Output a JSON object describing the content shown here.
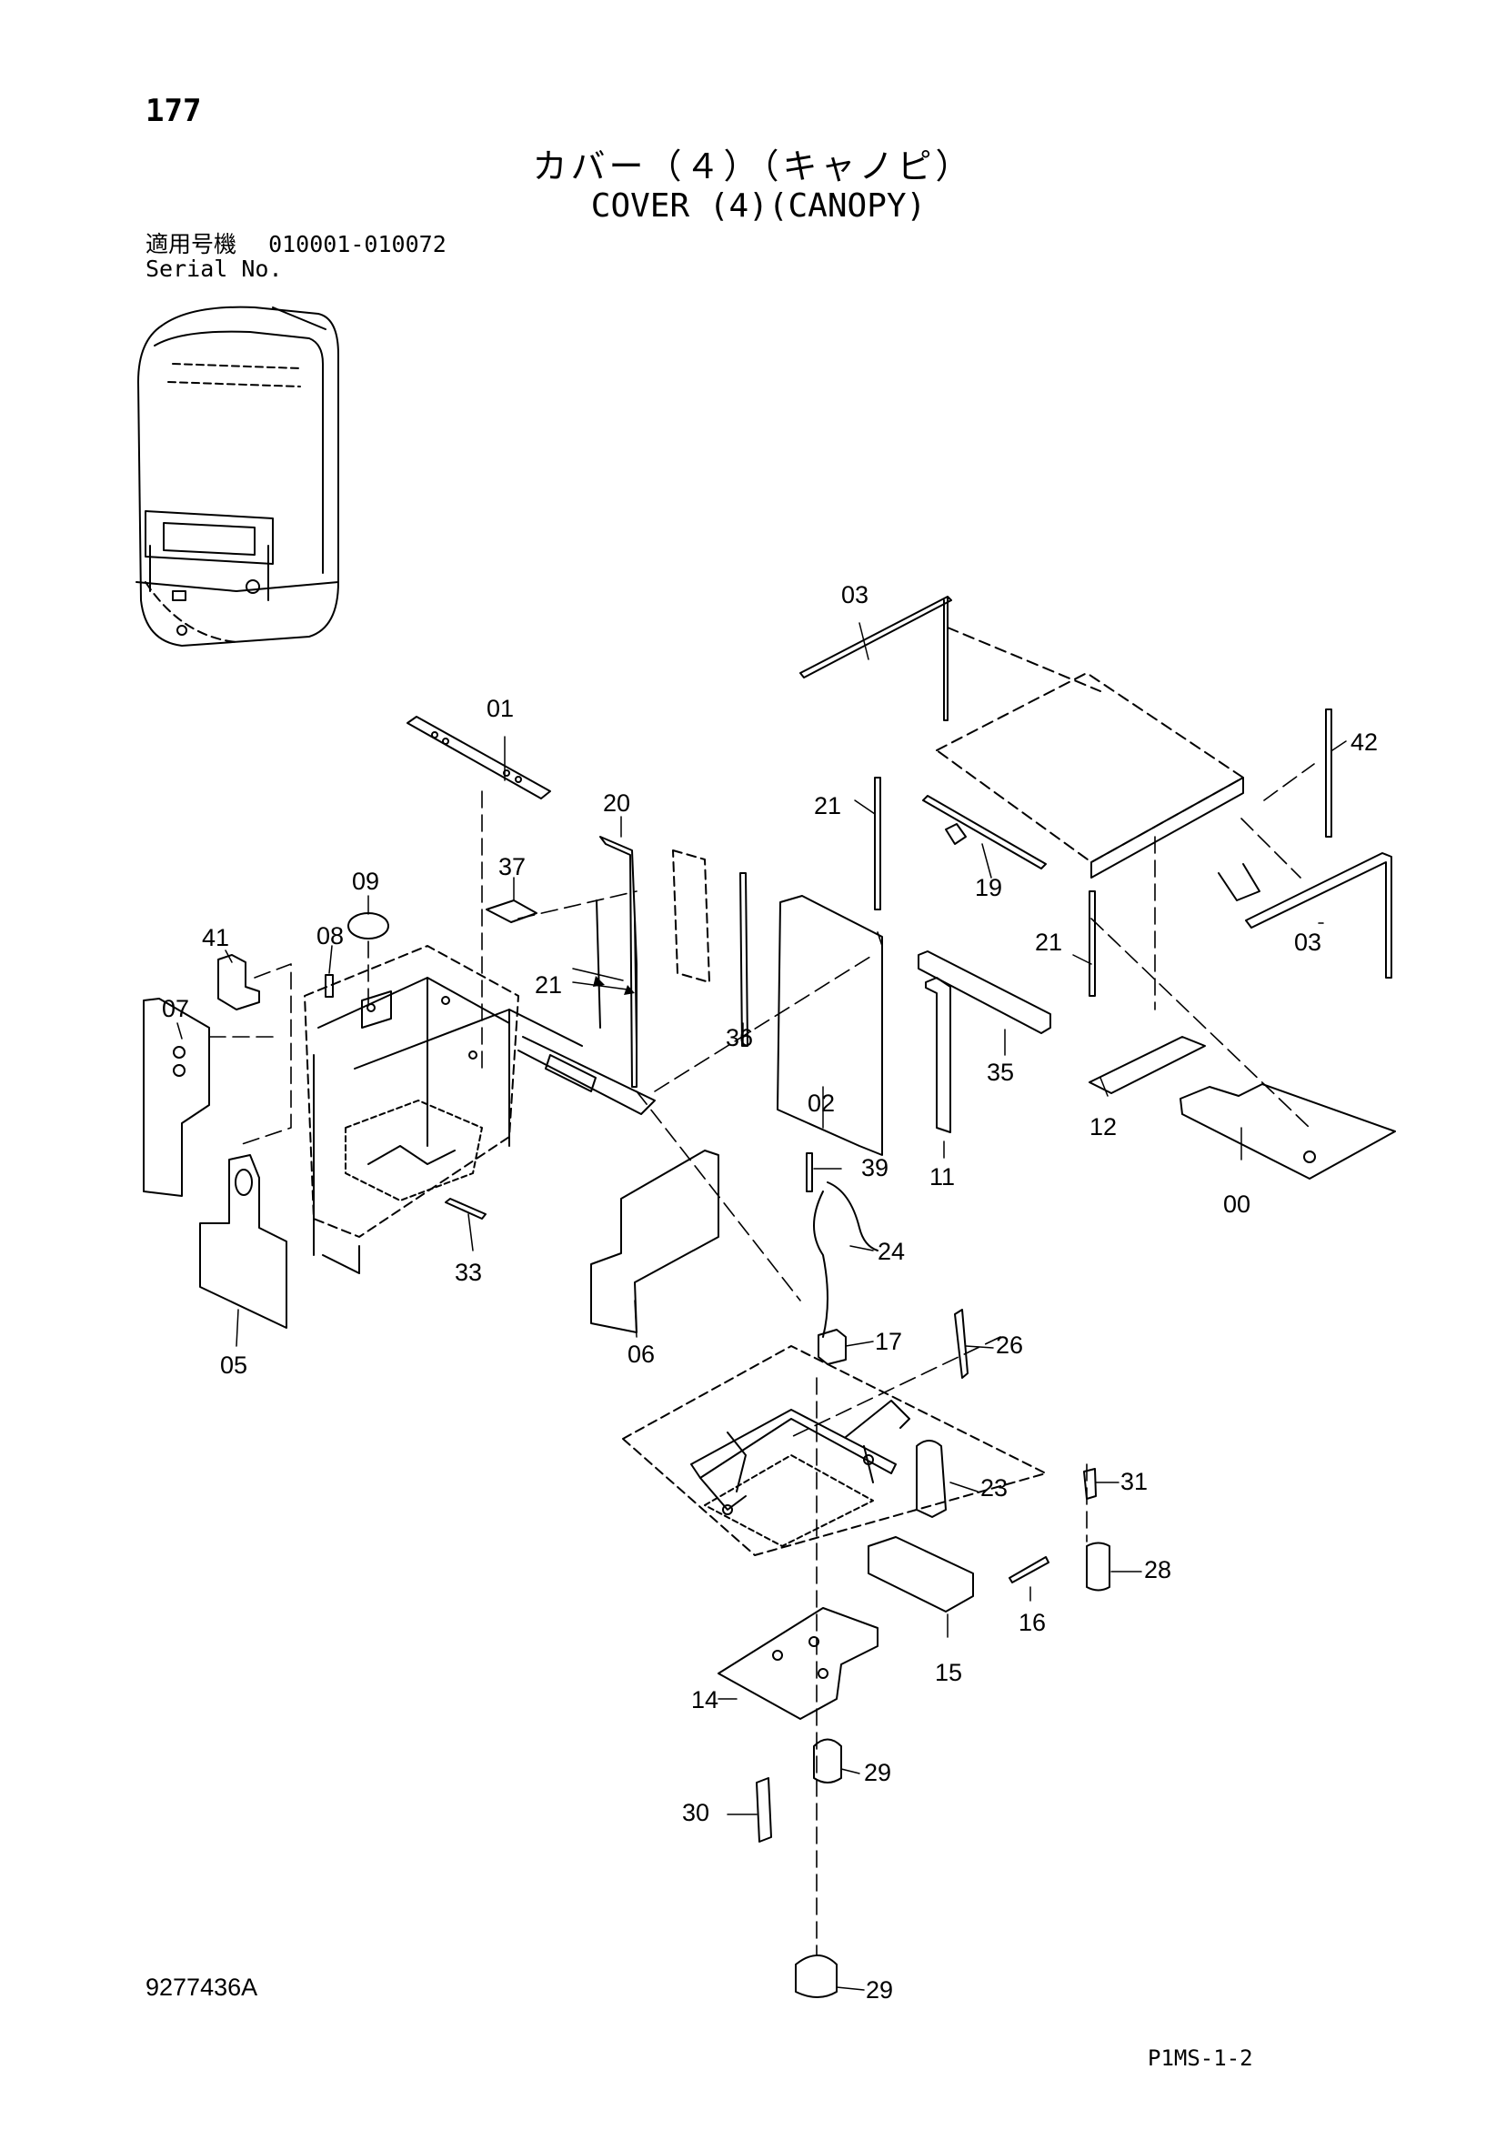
{
  "page_number": "177",
  "title_jp": "カバー（４）（キャノピ）",
  "title_en": "COVER (4)(CANOPY)",
  "serial": {
    "label_jp": "適用号機",
    "range": "010001-010072",
    "label_en": "Serial No."
  },
  "document_number": "9277436A",
  "sheet_code": "P1MS-1-2",
  "callouts": {
    "c03a": "03",
    "c01": "01",
    "c42": "42",
    "c20": "20",
    "c21a": "21",
    "c09": "09",
    "c37": "37",
    "c41": "41",
    "c08": "08",
    "c19": "19",
    "c03b": "03",
    "c21b": "21",
    "c21c": "21",
    "c07": "07",
    "c35": "35",
    "c36": "36",
    "c02": "02",
    "c12": "12",
    "c11": "11",
    "c00": "00",
    "c39": "39",
    "c33": "33",
    "c24": "24",
    "c05": "05",
    "c06": "06",
    "c17": "17",
    "c26": "26",
    "c23": "23",
    "c31": "31",
    "c28": "28",
    "c16": "16",
    "c15": "15",
    "c14": "14",
    "c29a": "29",
    "c30": "30",
    "c29b": "29"
  }
}
